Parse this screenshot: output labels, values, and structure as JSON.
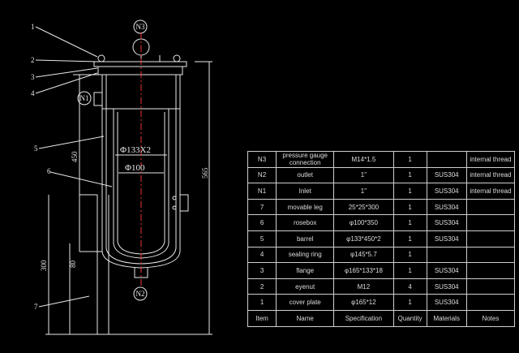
{
  "nozzles": {
    "n3": "N3",
    "n1": "N1",
    "n2": "N2"
  },
  "callouts": [
    "1",
    "2",
    "3",
    "4",
    "5",
    "6",
    "7"
  ],
  "dimensions": {
    "barrel_dia": "Φ133X2",
    "rosebox_dia": "Φ100",
    "height_450": "450",
    "height_565": "565",
    "height_300": "300",
    "height_80": "80"
  },
  "table": {
    "rows": [
      [
        "N3",
        "pressure gauge connection",
        "M14*1.5",
        "1",
        "",
        "internal thread"
      ],
      [
        "N2",
        "outlet",
        "1\"",
        "1",
        "SUS304",
        "internal thread"
      ],
      [
        "N1",
        "Inlet",
        "1\"",
        "1",
        "SUS304",
        "internal thread"
      ],
      [
        "7",
        "movable leg",
        "25*25*300",
        "1",
        "SUS304",
        ""
      ],
      [
        "6",
        "rosebox",
        "φ100*350",
        "1",
        "SUS304",
        ""
      ],
      [
        "5",
        "barrel",
        "φ133*450*2",
        "1",
        "SUS304",
        ""
      ],
      [
        "4",
        "sealing ring",
        "φ145*5.7",
        "1",
        "",
        ""
      ],
      [
        "3",
        "flange",
        "φ165*133*18",
        "1",
        "SUS304",
        ""
      ],
      [
        "2",
        "eyenut",
        "M12",
        "4",
        "SUS304",
        ""
      ],
      [
        "1",
        "cover plate",
        "φ165*12",
        "1",
        "SUS304",
        ""
      ]
    ],
    "header": [
      "Item",
      "Name",
      "Specification",
      "Quantity",
      "Materials",
      "Notes"
    ]
  }
}
